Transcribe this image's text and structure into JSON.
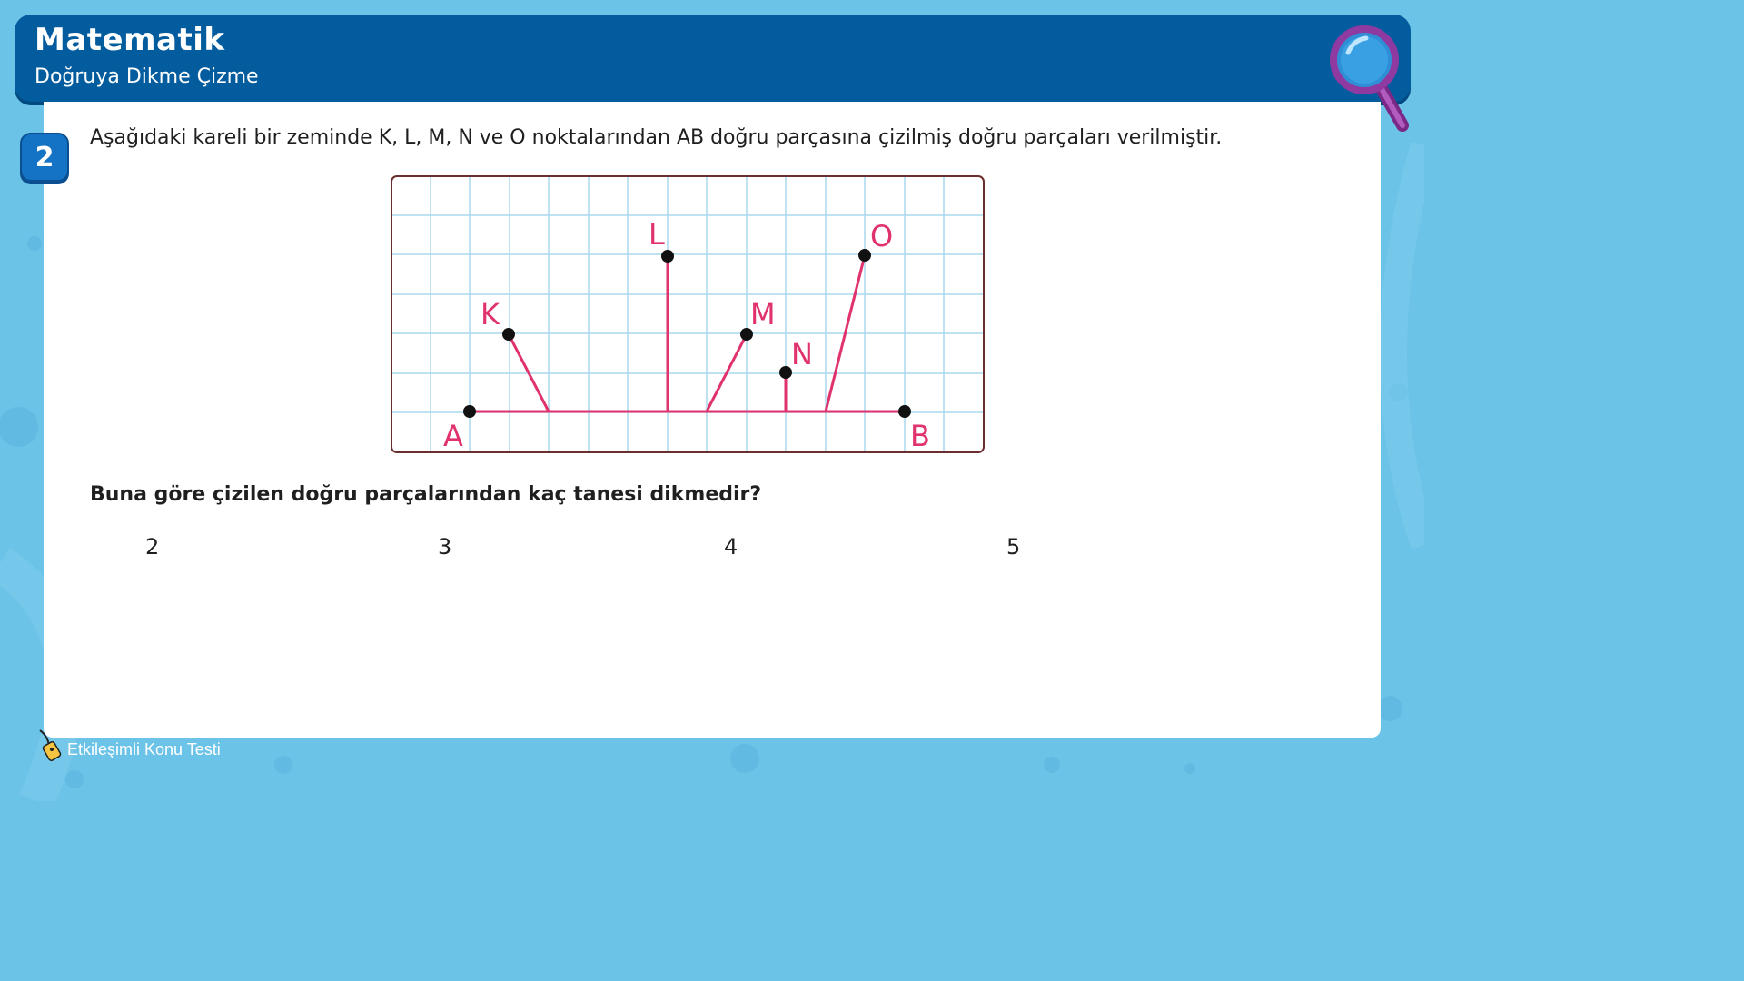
{
  "header": {
    "title": "Matematik",
    "subtitle": "Doğruya Dikme Çizme"
  },
  "question": {
    "number": "2",
    "text": "Aşağıdaki kareli bir zeminde K, L, M, N ve O noktalarından AB doğru parçasına çizilmiş doğru parçaları verilmiştir.",
    "prompt": "Buna göre çizilen doğru parçalarından kaç tanesi dikmedir?",
    "options": [
      "2",
      "3",
      "4",
      "5"
    ]
  },
  "figure": {
    "point_labels": {
      "A": "A",
      "B": "B",
      "K": "K",
      "L": "L",
      "M": "M",
      "N": "N",
      "O": "O"
    },
    "grid_color": "#a8d8ee",
    "line_color": "#e0336e",
    "frame_color": "#6b2e2e"
  },
  "footer": {
    "brand": "Etkileşimli Konu Testi"
  },
  "colors": {
    "background": "#6cc3e8",
    "header": "#035c9e",
    "question_badge": "#1473c4"
  },
  "icons": {
    "magnifier": "magnifying-glass-icon",
    "mascot": "pencil-mascot-icon"
  }
}
